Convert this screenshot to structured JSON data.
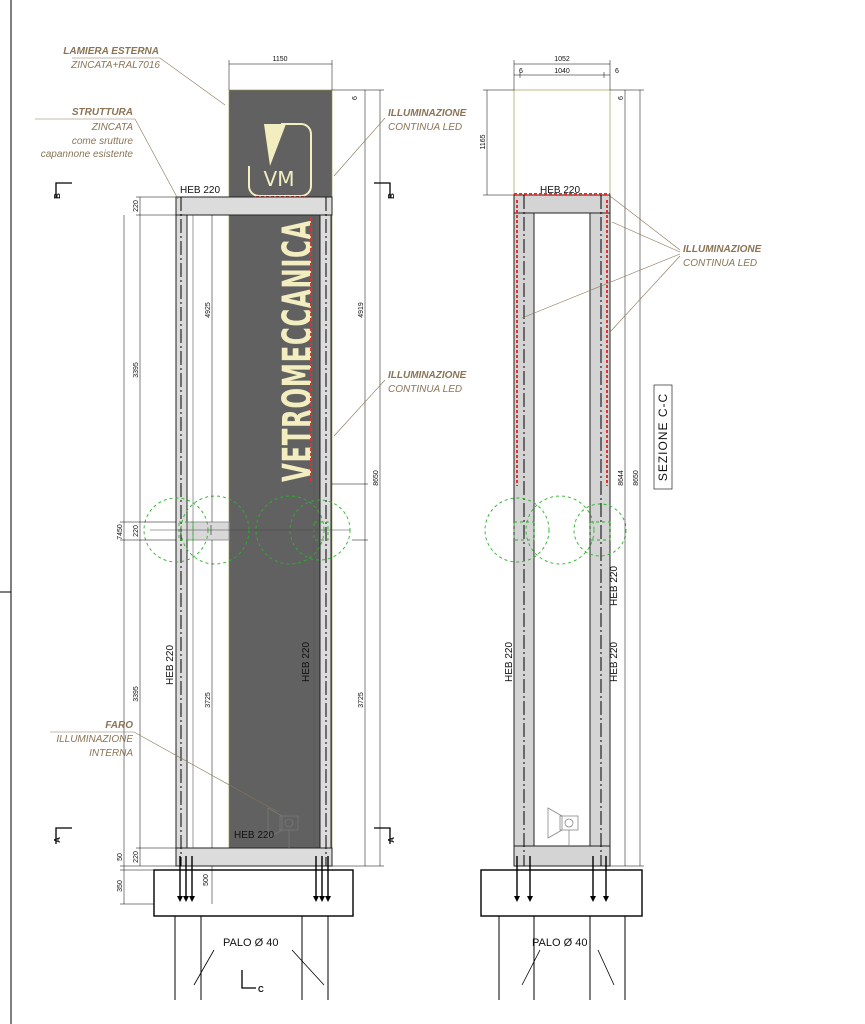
{
  "notes": {
    "lamiera": {
      "title": "LAMIERA ESTERNA",
      "text": "ZINCATA+RAL7016"
    },
    "struttura": {
      "title": "STRUTTURA",
      "line1": "ZINCATA",
      "line2": "come srutture",
      "line3": "capannone esistente"
    },
    "illum_top": {
      "title": "ILLUMINAZIONE",
      "text": "CONTINUA LED"
    },
    "illum_mid": {
      "title": "ILLUMINAZIONE",
      "text": "CONTINUA LED"
    },
    "illum_right": {
      "title": "ILLUMINAZIONE",
      "text": "CONTINUA LED"
    },
    "faro": {
      "title": "FARO",
      "line1": "ILLUMINAZIONE",
      "line2": "INTERNA"
    }
  },
  "sign": {
    "brand_text": "VETROMECCANICA",
    "logo_text": "VM",
    "panel_color": "#616161",
    "led_color": "#e03030",
    "text_color": "#f2eec0"
  },
  "profiles": {
    "heb_top_left": "HEB 220",
    "heb_bottom_left": "HEB 220",
    "heb_col_left_a": "HEB 220",
    "heb_col_left_b": "HEB 220",
    "heb_top_right": "HEB 220",
    "heb_col_right_a": "HEB 220",
    "heb_col_right_b": "HEB 220",
    "heb_col_right_c": "HEB 220"
  },
  "dims_left": {
    "width_top": "1150",
    "top_offset": "6",
    "d220_top": "220",
    "d3395_upper": "3395",
    "d7450": "7450",
    "d220_mid": "220",
    "d3395_lower": "3395",
    "d220_bot": "220",
    "d50": "50",
    "d350": "350",
    "d500": "500",
    "d4925": "4925",
    "d3725_inner": "3725",
    "d4919": "4919",
    "d8650": "8650",
    "d3725_right": "3725"
  },
  "dims_right": {
    "width_total": "1052",
    "side_left": "6",
    "width_inner": "1040",
    "side_right": "6",
    "top_offset": "6",
    "d1165": "1165",
    "d8644": "8644",
    "d8650": "8650"
  },
  "piles": {
    "left": "PALO Ø 40",
    "right": "PALO Ø 40"
  },
  "section_marks": {
    "b_left": "B",
    "b_right": "B",
    "a_left": "A",
    "a_right": "A",
    "c_bottom": "C"
  },
  "section_title": "SEZIONE C-C"
}
